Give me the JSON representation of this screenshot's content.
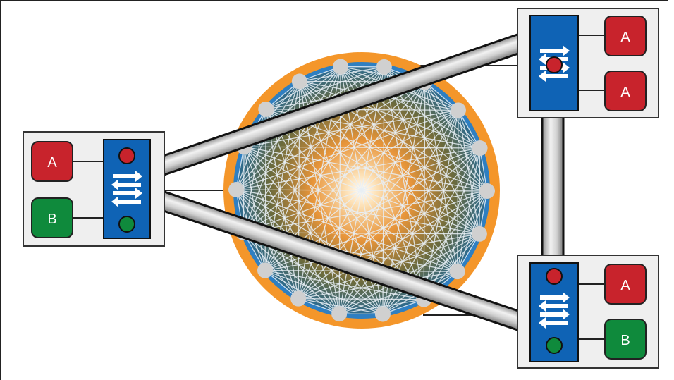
{
  "diagram": {
    "colors": {
      "ring_outer": "#f4962a",
      "ring_inner": "#2f7fc1",
      "mesh_line": "#e8eef5",
      "node": "#d0d0d0",
      "switch": "#0f63b5",
      "panel": "#efefef",
      "service_a": "#c8232c",
      "service_b": "#0f8a3c",
      "tunnel": "#b7b7b7",
      "center_glow": "#fff6e6"
    },
    "mesh_node_count": 18,
    "clusters": [
      {
        "id": "left",
        "services": [
          {
            "label": "A",
            "kind": "a"
          },
          {
            "label": "B",
            "kind": "b"
          }
        ],
        "switch_dots": [
          "red",
          "green"
        ]
      },
      {
        "id": "top-right",
        "services": [
          {
            "label": "A",
            "kind": "a"
          },
          {
            "label": "A",
            "kind": "a"
          }
        ],
        "switch_dots": [
          "red"
        ]
      },
      {
        "id": "bottom-right",
        "services": [
          {
            "label": "A",
            "kind": "a"
          },
          {
            "label": "B",
            "kind": "b"
          }
        ],
        "switch_dots": [
          "red",
          "green"
        ]
      }
    ]
  }
}
